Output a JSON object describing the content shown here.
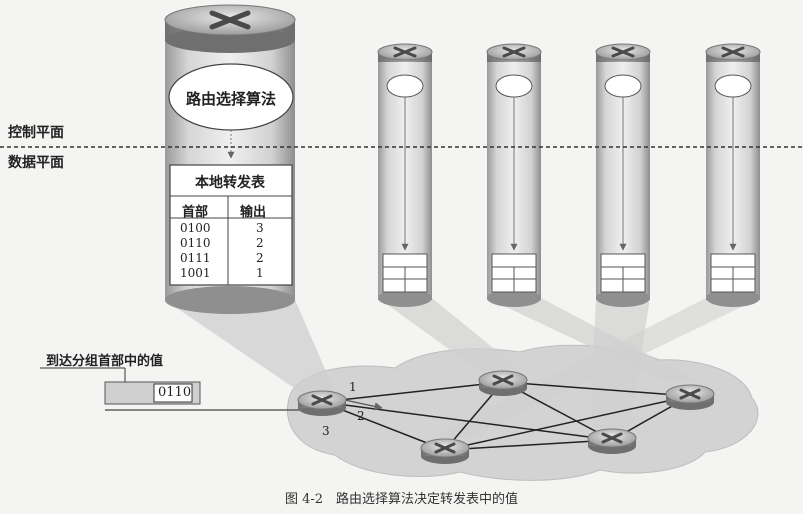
{
  "planes": {
    "control": "控制平面",
    "data": "数据平面"
  },
  "routing_algorithm": "路由选择算法",
  "forwarding_table": {
    "title": "本地转发表",
    "headers": [
      "首部",
      "输出"
    ],
    "rows": [
      [
        "0100",
        "3"
      ],
      [
        "0110",
        "2"
      ],
      [
        "0111",
        "2"
      ],
      [
        "1001",
        "1"
      ]
    ]
  },
  "packet": {
    "label": "到达分组首部中的值",
    "header_value": "0110"
  },
  "ports": [
    "1",
    "2",
    "3"
  ],
  "caption": "图 4-2　路由选择算法决定转发表中的值"
}
